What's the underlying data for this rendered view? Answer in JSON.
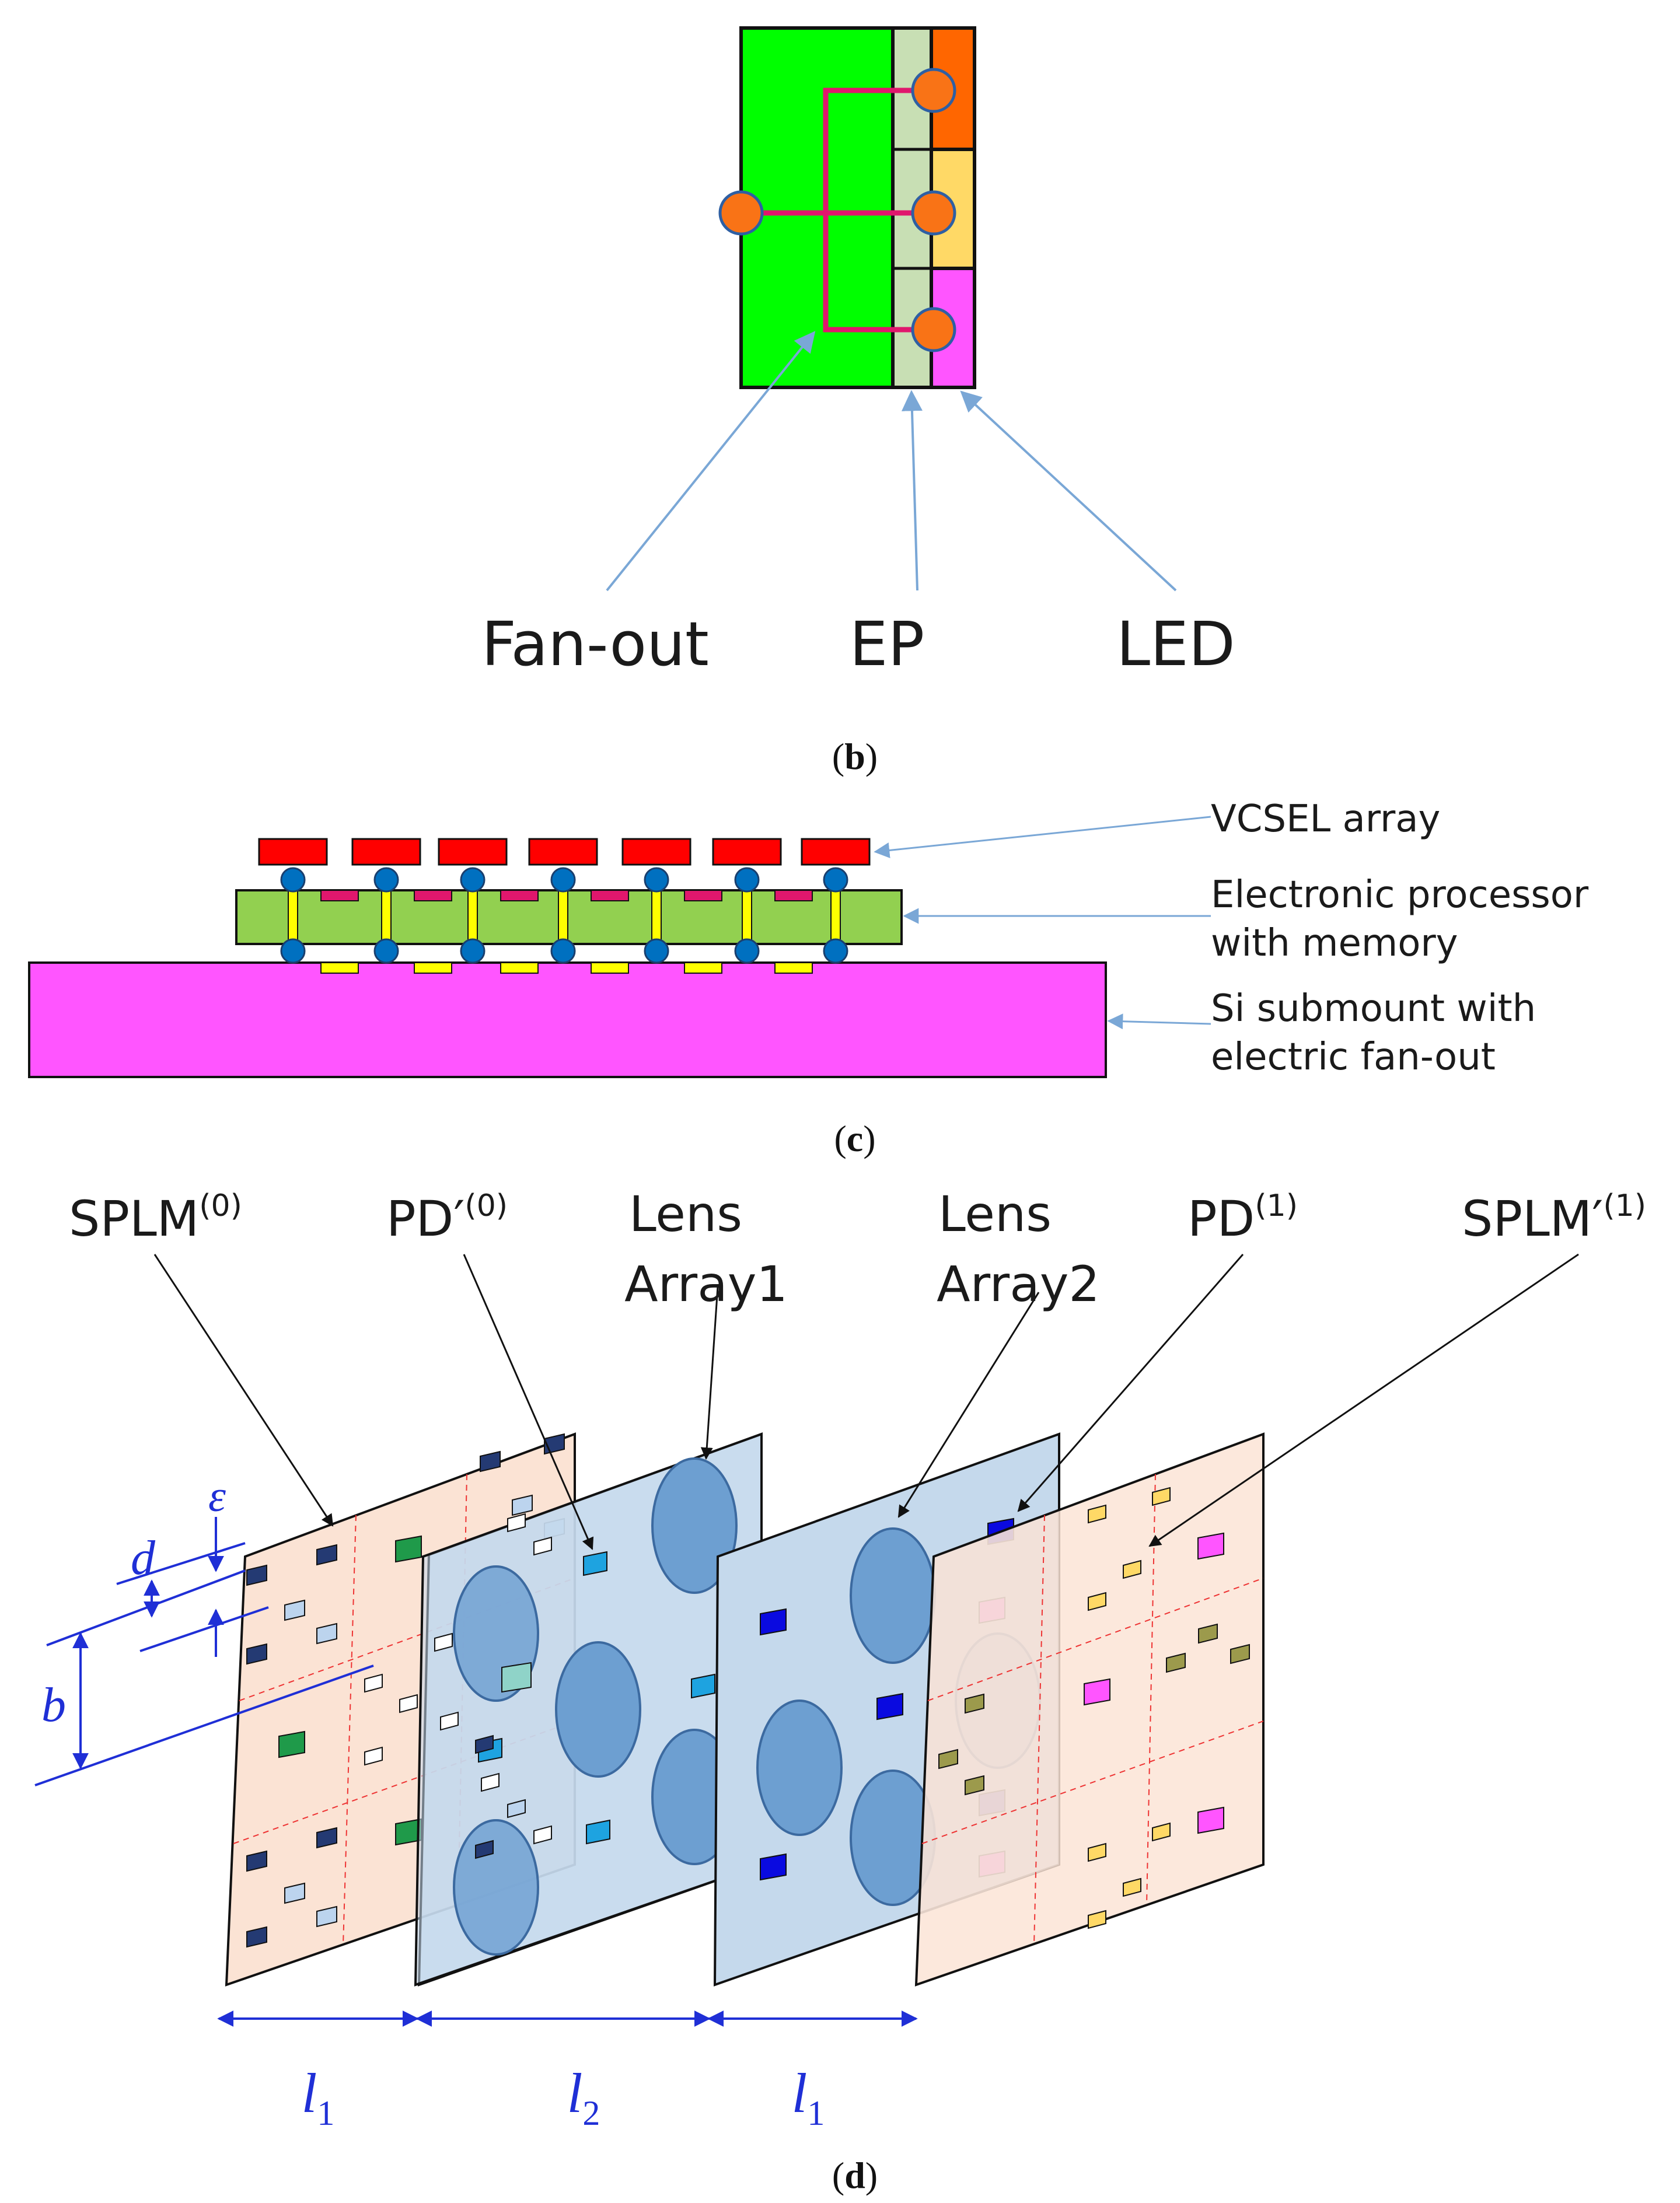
{
  "panel_b": {
    "labels": {
      "fanout": "Fan-out",
      "ep": "EP",
      "led": "LED"
    },
    "caption_letter": "b"
  },
  "panel_c": {
    "labels": {
      "vcsel": "VCSEL array",
      "processor_1": "Electronic processor",
      "processor_2": "with memory",
      "submount_1": "Si submount with",
      "submount_2": "electric fan-out"
    },
    "caption_letter": "c"
  },
  "panel_d": {
    "labels": {
      "splm0_base": "SPLM",
      "splm0_sup": "(0)",
      "pd0_base": "PD′",
      "pd0_sup": "(0)",
      "lens1_1": "Lens",
      "lens1_2": "Array1",
      "lens2_1": "Lens",
      "lens2_2": "Array2",
      "pd1_base": "PD",
      "pd1_sup": "(1)",
      "splm1_base": "SPLM′",
      "splm1_sup": "(1)"
    },
    "dims": {
      "eps": "ε",
      "d": "d",
      "b": "b",
      "l1a": "l",
      "l1a_sub": "1",
      "l2": "l",
      "l2_sub": "2",
      "l1b": "l",
      "l1b_sub": "1"
    },
    "caption_letter": "d"
  },
  "colors": {
    "fanout_green": "#00ff00",
    "ep_light_green": "#c8dfb4",
    "led_orange": "#ff6600",
    "led_yellow": "#ffd966",
    "led_magenta": "#ff55ff",
    "pad_orange": "#f97316",
    "trace_pink": "#e0176d",
    "arrow_blue": "#7aa7d6",
    "vcsel_red": "#ff0000",
    "processor_green": "#92d050",
    "bump_blue": "#0070c0",
    "via_yellow": "#ffff00",
    "submount_magenta": "#ff55ff",
    "plate_peach": "#fbe3d4",
    "plate_blue": "#c5d9ec",
    "lens_blue": "#6d9fd1",
    "dim_blue": "#1f2fd6"
  }
}
